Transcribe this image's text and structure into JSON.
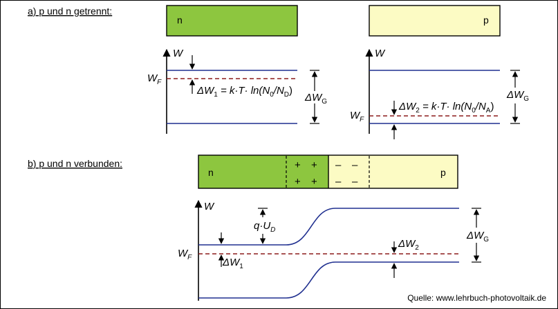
{
  "colors": {
    "n_region": "#8dc63f",
    "p_region": "#fcfbc4",
    "band_line": "#1f2f8f",
    "fermi_line": "#8b1a1a"
  },
  "section_a": {
    "heading": "a) p und n getrennt:",
    "n_box_label": "n",
    "p_box_label": "p",
    "energy_axis": "W",
    "fermi_main": "W",
    "fermi_sub": "F",
    "delta_gap_main": "ΔW",
    "delta_gap_sub": "G",
    "delta1_formula": {
      "prefix": "ΔW",
      "idx": "1",
      "mid": " = k·T· ln(N",
      "n0": "0",
      "slash": "/N",
      "nd": "D",
      "end": ")"
    },
    "delta2_formula": {
      "prefix": "ΔW",
      "idx": "2",
      "mid": " = k·T· ln(N",
      "n0": "0",
      "slash": "/N",
      "na": "A",
      "end": ")"
    }
  },
  "section_b": {
    "heading": "b) p und n verbunden:",
    "n_label": "n",
    "p_label": "p",
    "plus": "+",
    "minus": "–",
    "energy_axis": "W",
    "fermi_main": "W",
    "fermi_sub": "F",
    "q_ud_main": "q·U",
    "q_ud_sub": "D",
    "delta1_main": "ΔW",
    "delta1_sub": "1",
    "delta2_main": "ΔW",
    "delta2_sub": "2",
    "gap_main": "ΔW",
    "gap_sub": "G"
  },
  "source": "Quelle: www.lehrbuch-photovoltaik.de"
}
